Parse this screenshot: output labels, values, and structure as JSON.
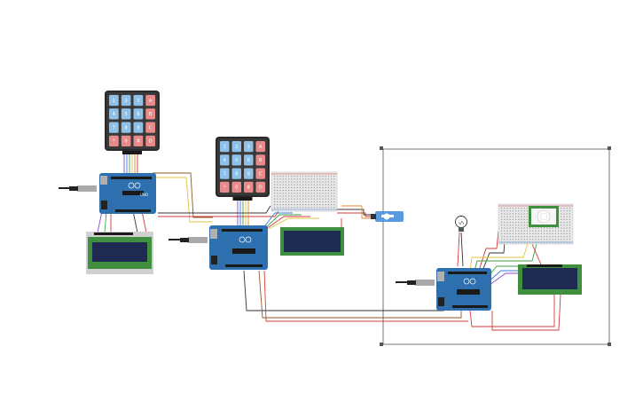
{
  "canvas": {
    "background": "#ffffff"
  },
  "colors": {
    "arduino_board": "#2e6fb0",
    "arduino_board_dark": "#1f4f82",
    "keypad_frame": "#2a2a2a",
    "key_blue": "#8fc1e8",
    "key_red": "#e88a8a",
    "lcd_pcb": "#3f8f3f",
    "lcd_screen": "#1e2a52",
    "breadboard": "#e8e8e8",
    "enclosure_line": "#555555",
    "wire_red": "#d33a3a",
    "wire_black": "#333333",
    "wire_brown": "#8b5a2b",
    "wire_yellow": "#e0c341",
    "wire_green": "#3ca24a",
    "wire_blue": "#3b7ddb",
    "wire_purple": "#8a4ad6",
    "wire_orange": "#e08a2a",
    "servo": "#5a9be0",
    "pir_sensor": "#f2f2f2"
  },
  "keypads": [
    {
      "keys": [
        "1",
        "2",
        "3",
        "A",
        "4",
        "5",
        "6",
        "B",
        "7",
        "8",
        "9",
        "C",
        "*",
        "0",
        "#",
        "D"
      ]
    },
    {
      "keys": [
        "1",
        "2",
        "3",
        "A",
        "4",
        "5",
        "6",
        "B",
        "7",
        "8",
        "9",
        "C",
        "*",
        "0",
        "#",
        "D"
      ]
    }
  ],
  "arduino": {
    "brand_label": "UNO"
  },
  "components": {
    "usb_cable_icon": "usb-cable-icon",
    "lightbulb_icon": "lightbulb-icon",
    "servo_icon": "servo-motor-icon",
    "pir_icon": "pir-sensor-icon"
  }
}
